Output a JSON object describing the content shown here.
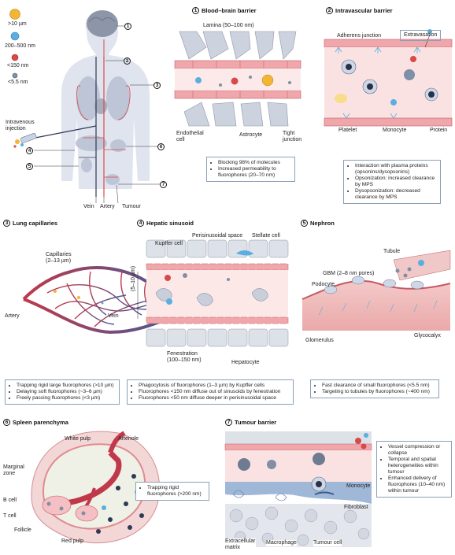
{
  "legend": {
    "items": [
      {
        "label": ">10 µm",
        "color": "#f2b632"
      },
      {
        "label": "200–500 nm",
        "color": "#5aaee0"
      },
      {
        "label": "<150 nm",
        "color": "#d84a4a"
      },
      {
        "label": "<5.5 nm",
        "color": "#7f8fa6"
      }
    ]
  },
  "body_panel": {
    "iv_label": "Intravenous\ninjection",
    "bottom": [
      "Vein",
      "Artery",
      "Tumour"
    ],
    "markers": [
      "1",
      "2",
      "3",
      "4",
      "5",
      "6",
      "7"
    ]
  },
  "bbb": {
    "num": "1",
    "title": "Blood–brain barrier",
    "lamina": "Lamina (50–100 nm)",
    "endothelial": "Endothelial\ncell",
    "astrocyte": "Astrocyte",
    "tight": "Tight\njunction",
    "notes": [
      "Blocking 98% of molecules",
      "Increased permeability to fluorophores (20–70 nm)"
    ]
  },
  "intravascular": {
    "num": "2",
    "title": "Intravascular barrier",
    "adherens": "Adherens junction",
    "extravasation": "Extravasation",
    "platelet": "Platelet",
    "monocyte": "Monocyte",
    "protein": "Protein",
    "notes": [
      "Interaction with plasma proteins (opsonins/dysopsonins)",
      "Opsonization: increased clearance by MPS",
      "Dysopsonization: decreased clearance by MPS"
    ]
  },
  "lung": {
    "num": "3",
    "title": "Lung capillaries",
    "capillaries": "Capillaries\n(2–13 µm)",
    "artery": "Artery",
    "vein": "Vein",
    "notes": [
      "Trapping rigid large fluorophores (>10 µm)",
      "Delaying soft fluorophores (~3–6 µm)",
      "Freely passing fluorophores (<3 µm)"
    ]
  },
  "hepatic": {
    "num": "4",
    "title": "Hepatic sinusoid",
    "perisinusoidal": "Perisinusoidal space",
    "stellate": "Stellate cell",
    "kupffer": "Kupffer cell",
    "size": "(5–10 µm)",
    "fenestration": "Fenestration\n(100–150 nm)",
    "hepatocyte": "Hepatocyte",
    "notes": [
      "Phagocytosis of fluorophores (1–3 µm) by Kupffer cells",
      "Fluorophores <150 nm diffuse out of sinusoids by fenestration",
      "Fluorophores <50 nm diffuse deeper in perisinusoidal space"
    ]
  },
  "nephron": {
    "num": "5",
    "title": "Nephron",
    "tubule": "Tubule",
    "gbm": "GBM (2–8 nm pores)",
    "podocyte": "Podocyte",
    "glomerulus": "Glomerulus",
    "glycocalyx": "Glycocalyx",
    "notes": [
      "Fast clearance of small fluorophores (<5.5 nm)",
      "Targeting to tubules by fluorophores (~400 nm)"
    ]
  },
  "spleen": {
    "num": "6",
    "title": "Spleen parenchyma",
    "white_pulp": "White pulp",
    "arteriole": "Arteriole",
    "marginal": "Marginal\nzone",
    "bcell": "B cell",
    "tcell": "T cell",
    "follicle": "Follicle",
    "red_pulp": "Red pulp",
    "notes": [
      "Trapping rigid fluorophores (>200 nm)"
    ]
  },
  "tumour": {
    "num": "7",
    "title": "Tumour barrier",
    "monocyte": "Monocyte",
    "fibroblast": "Fibroblast",
    "ecm": "Extracellular\nmatrix",
    "macrophage": "Macrophage",
    "tumour_cell": "Tumour cell",
    "notes": [
      "Vessel compression or collapse",
      "Temporal and spatial heterogeneities within tumour",
      "Enhanced delivery of fluorophores (10–40 nm) within tumour"
    ]
  }
}
